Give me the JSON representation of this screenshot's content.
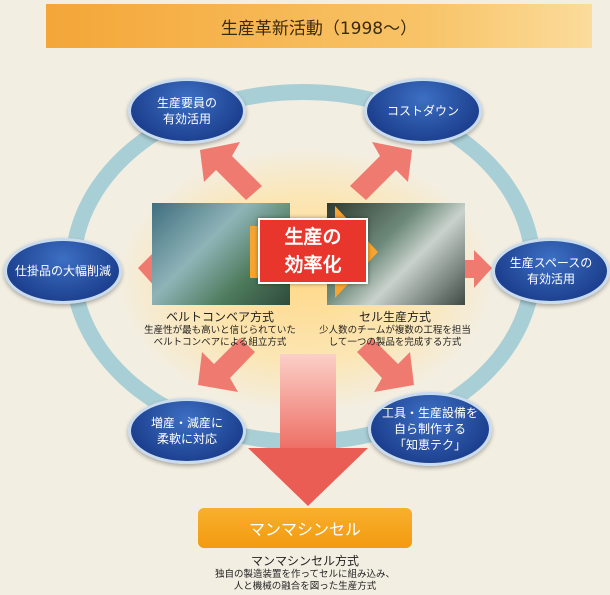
{
  "title": "生産革新活動（1998〜）",
  "nodes": {
    "top_left": "生産要員の\n有効活用",
    "top_right": "コストダウン",
    "left": "仕掛品の大幅削減",
    "right": "生産スペースの\n有効活用",
    "bottom_left": "増産・減産に\n柔軟に対応",
    "bottom_right": "工具・生産設備を\n自ら制作する\n「知恵テク」"
  },
  "center_label": "生産の\n効率化",
  "belt": {
    "title": "ベルトコンベア方式",
    "desc": "生産性が最も高いと信じられていた\nベルトコンベアによる組立方式"
  },
  "cell": {
    "title": "セル生産方式",
    "desc": "少人数のチームが複数の工程を担当\nして一つの製品を完成する方式"
  },
  "result": {
    "button": "マンマシンセル",
    "title": "マンマシンセル方式",
    "desc": "独自の製造装置を作ってセルに組み込み、\n人と機械の融合を図った生産方式"
  },
  "colors": {
    "node": "#1c3f8e",
    "center": "#e8362c",
    "button": "#f39a10",
    "ring": "#a9cfd6"
  }
}
